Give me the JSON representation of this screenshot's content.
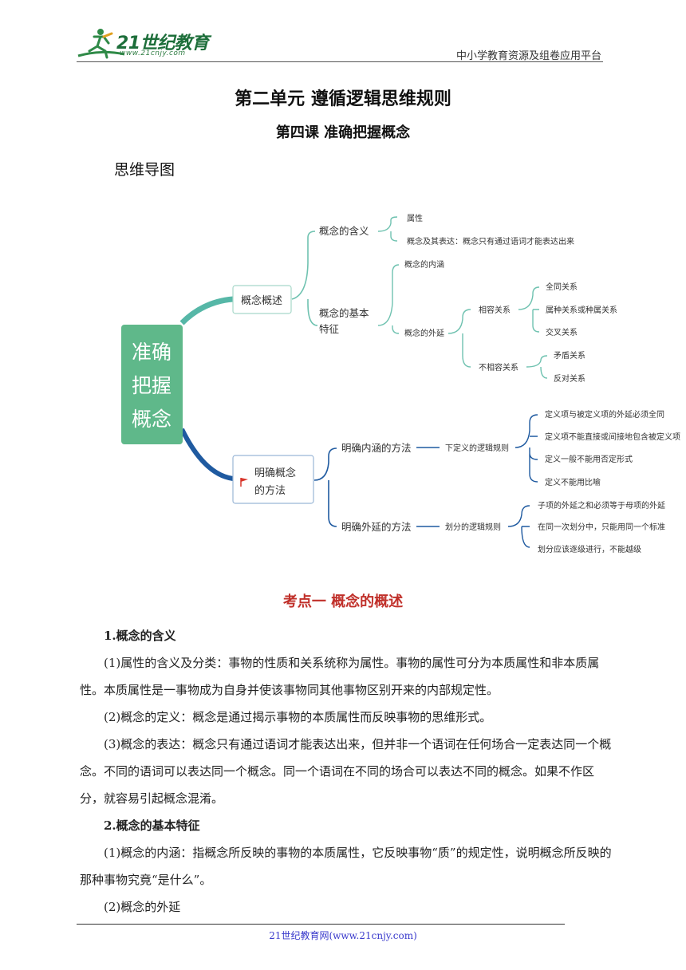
{
  "header": {
    "logo_text": "21世纪教育",
    "logo_url_text": "www.21cnjy.com",
    "platform": "中小学教育资源及组卷应用平台"
  },
  "titles": {
    "unit": "第二单元  遵循逻辑思维规则",
    "lesson": "第四课  准确把握概念",
    "mindmap": "思维导图"
  },
  "mindmap": {
    "root": [
      "准确",
      "把握",
      "概念"
    ],
    "branch1": {
      "label": "概念概述",
      "meaning": {
        "label": "概念的含义",
        "items": [
          "属性",
          "概念及其表达：概念只有通过语词才能表达出来"
        ]
      },
      "features": {
        "label": [
          "概念的基本",
          "特征"
        ],
        "intension": "概念的内涵",
        "extension": {
          "label": "概念的外延",
          "compatible": {
            "label": "相容关系",
            "items": [
              "全同关系",
              "属种关系或种属关系",
              "交叉关系"
            ]
          },
          "incompatible": {
            "label": "不相容关系",
            "items": [
              "矛盾关系",
              "反对关系"
            ]
          }
        }
      }
    },
    "branch2": {
      "label": [
        "明确概念",
        "的方法"
      ],
      "connotation": {
        "label": "明确内涵的方法",
        "rule": "下定义的逻辑规则",
        "items": [
          "定义项与被定义项的外延必须全同",
          "定义项不能直接或间接地包含被定义项",
          "定义一般不能用否定形式",
          "定义不能用比喻"
        ]
      },
      "denotation": {
        "label": "明确外延的方法",
        "rule": "划分的逻辑规则",
        "items": [
          "子项的外延之和必须等于母项的外延",
          "在同一次划分中，只能用同一个标准",
          "划分应该逐级进行，不能越级"
        ]
      }
    },
    "colors": {
      "root": "#5fb88a",
      "branch1": "#56b7a7",
      "branch2": "#1f5aa0",
      "flag": "#d8352a"
    }
  },
  "section": {
    "title": "考点一  概念的概述",
    "h1": "1.概念的含义",
    "p1": "(1)属性的含义及分类：事物的性质和关系统称为属性。事物的属性可分为本质属性和非本质属性。本质属性是一事物成为自身并使该事物同其他事物区别开来的内部规定性。",
    "p2": "(2)概念的定义：概念是通过揭示事物的本质属性而反映事物的思维形式。",
    "p3": "(3)概念的表达：概念只有通过语词才能表达出来，但并非一个语词在任何场合一定表达同一个概念。不同的语词可以表达同一个概念。同一个语词在不同的场合可以表达不同的概念。如果不作区分，就容易引起概念混淆。",
    "h2": "2.概念的基本特征",
    "p4": "(1)概念的内涵：指概念所反映的事物的本质属性，它反映事物“质”的规定性，说明概念所反映的那种事物究竟“是什么”。",
    "p5": "(2)概念的外延"
  },
  "footer": "21世纪教育网(www.21cnjy.com)"
}
